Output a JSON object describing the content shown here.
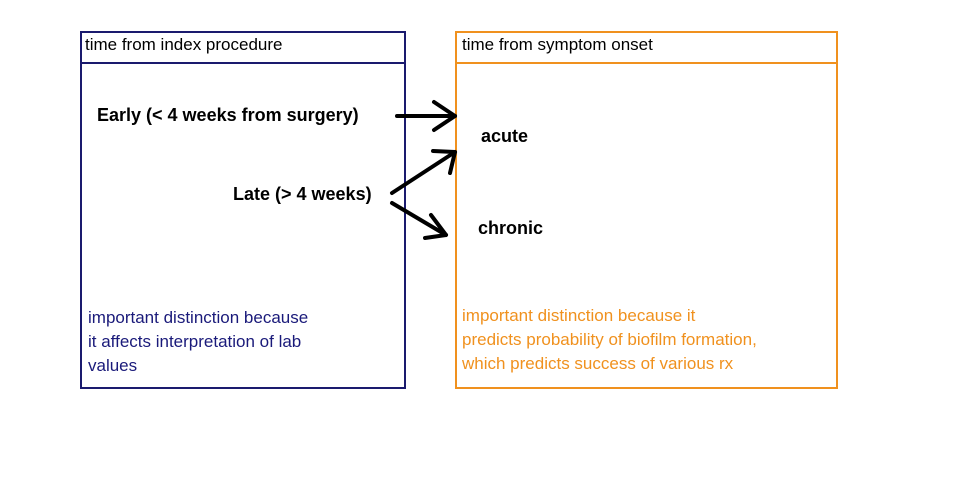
{
  "left_panel": {
    "header": "time from index procedure",
    "items": [
      "Early (< 4 weeks from surgery)",
      "Late (> 4 weeks)"
    ],
    "note": "important distinction because\nit affects interpretation of lab\n values",
    "color": "#1a1a7a"
  },
  "right_panel": {
    "header": "time from symptom onset",
    "items": [
      "acute",
      "chronic"
    ],
    "note": "important distinction because it\npredicts probability of biofilm formation,\nwhich predicts success of various rx",
    "color": "#f0911e"
  },
  "arrows": [
    {
      "from": "Early (< 4 weeks from surgery)",
      "to": "acute"
    },
    {
      "from": "Late (> 4 weeks)",
      "to": "acute"
    },
    {
      "from": "Late (> 4 weeks)",
      "to": "chronic"
    }
  ]
}
